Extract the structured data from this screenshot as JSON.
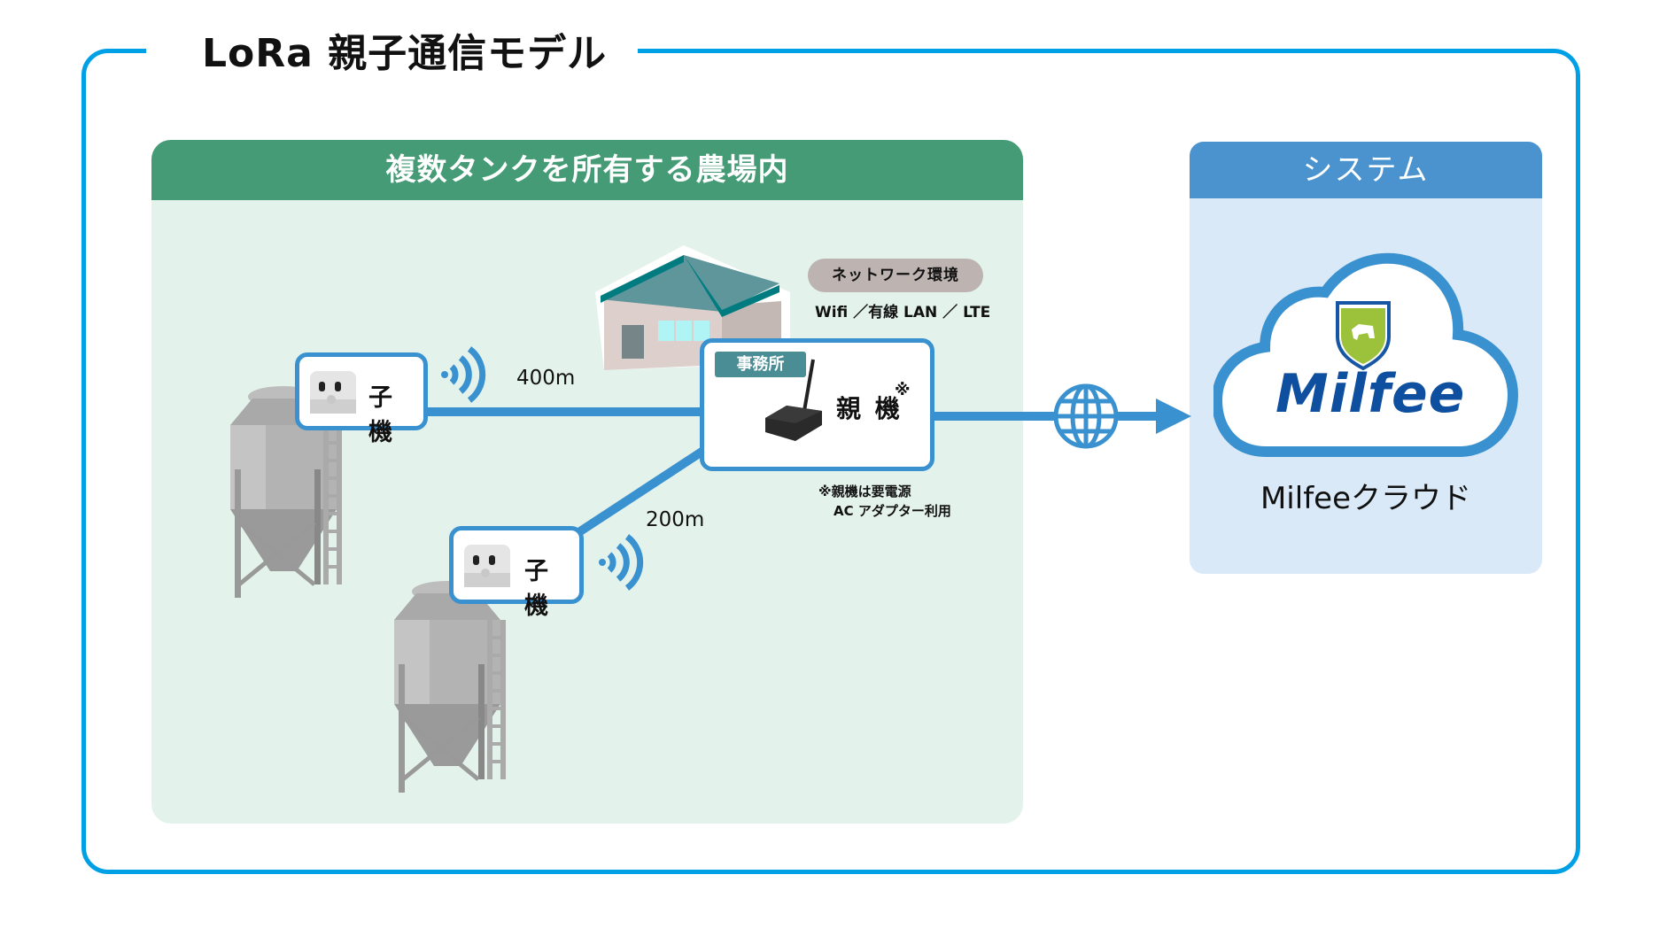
{
  "title": "LoRa 親子通信モデル",
  "farm_panel": {
    "heading": "複数タンクを所有する農場内",
    "network": {
      "badge": "ネットワーク環境",
      "options": "Wifi ／有線 LAN ／ LTE"
    },
    "office": {
      "tag": "事務所",
      "parent_device_label": "親 機",
      "parent_marker": "※",
      "note_line1": "※親機は要電源",
      "note_line2": "AC アダプター利用"
    },
    "child_nodes": [
      {
        "label": "子 機",
        "distance": "400m"
      },
      {
        "label": "子 機",
        "distance": "200m"
      }
    ]
  },
  "system_panel": {
    "heading": "システム",
    "logo_text": "Milfee",
    "caption": "Milfeeクラウド"
  },
  "colors": {
    "frame": "#00a0e6",
    "farm_header": "#449b76",
    "farm_bg": "#e4f2ec",
    "system_header": "#4a93cf",
    "system_bg": "#d9e9f7",
    "link": "#3a91cf",
    "logo_blue": "#0f4fa0",
    "logo_green": "#9cc23c"
  },
  "icons": [
    "silo-icon",
    "sensor-device-icon",
    "wifi-signal-icon",
    "office-building-icon",
    "gateway-router-icon",
    "globe-icon",
    "arrow-right-icon",
    "cloud-icon",
    "milfee-shield-logo"
  ]
}
